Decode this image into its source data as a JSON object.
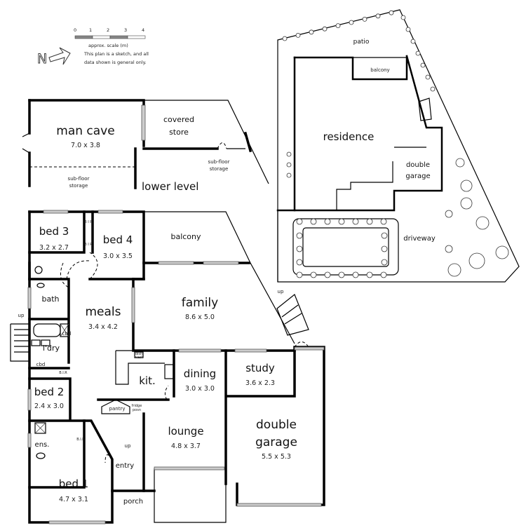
{
  "legend": {
    "scale_ticks": [
      "0",
      "1",
      "2",
      "3",
      "4"
    ],
    "scale_label": "approx. scale (m)",
    "disclaimer_line1": "This plan is a sketch, and all",
    "disclaimer_line2": "data shown is general only.",
    "north": "N"
  },
  "lower_level": {
    "title": "lower level",
    "rooms": [
      {
        "name": "man cave",
        "size": "7.0 x 3.8"
      },
      {
        "name": "covered",
        "name2": "store"
      }
    ],
    "subfloor_left": [
      "sub-floor",
      "storage"
    ],
    "subfloor_right": [
      "sub-floor",
      "storage"
    ]
  },
  "main_floor": {
    "rooms": {
      "bed3": {
        "name": "bed 3",
        "size": "3.2 x 2.7"
      },
      "bed4": {
        "name": "bed 4",
        "size": "3.0 x 3.5"
      },
      "balcony": {
        "name": "balcony"
      },
      "family": {
        "name": "family",
        "size": "8.6 x 5.0"
      },
      "meals": {
        "name": "meals",
        "size": "3.4 x 4.2"
      },
      "bath": {
        "name": "bath"
      },
      "laundry": {
        "name": "l'dry"
      },
      "kitchen": {
        "name": "kit."
      },
      "dining": {
        "name": "dining",
        "size": "3.0 x 3.0"
      },
      "study": {
        "name": "study",
        "size": "3.6 x 2.3"
      },
      "bed2": {
        "name": "bed 2",
        "size": "2.4 x 3.0"
      },
      "lounge": {
        "name": "lounge",
        "size": "4.8 x 3.7"
      },
      "garage": {
        "name": "double",
        "name2": "garage",
        "size": "5.5 x 5.3"
      },
      "ensuite": {
        "name": "ens."
      },
      "entry": {
        "name": "entry"
      },
      "bed1": {
        "name": "bed 1",
        "size": "4.7 x 3.1"
      },
      "porch": {
        "name": "porch"
      }
    },
    "small_labels": {
      "bir": "B I R",
      "bir2": "B.I.R",
      "cbd": "cbd",
      "pantry": "pantry",
      "fridge": "fridge",
      "fridge2": "posn",
      "dishwash": "dish",
      "dishwash2": "wash",
      "up": "up"
    }
  },
  "site_plan": {
    "patio": "patio",
    "balcony": "balcony",
    "residence": "residence",
    "garage1": "double",
    "garage2": "garage",
    "driveway": "driveway"
  }
}
